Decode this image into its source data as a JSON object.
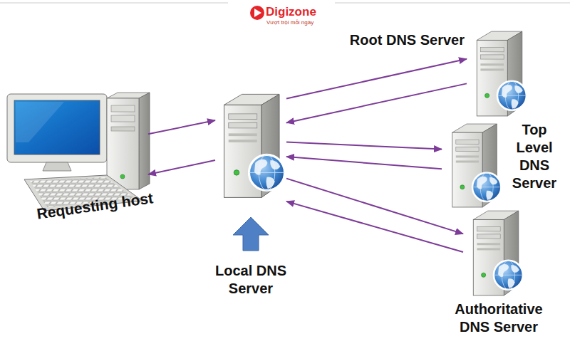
{
  "diagram": {
    "nodes": [
      {
        "text": [
          "Requesting host"
        ]
      },
      {
        "text": [
          "Local DNS Server"
        ]
      },
      {
        "text": [
          "Root DNS Server"
        ]
      },
      {
        "text": [
          "Top Level DNS Server"
        ]
      },
      {
        "text": [
          "Authoritative DNS Server"
        ]
      }
    ],
    "edges": [
      {
        "from": 0,
        "to": 1,
        "arrow": "to"
      },
      {
        "from": 1,
        "to": 0,
        "arrow": "to"
      },
      {
        "from": 1,
        "to": 2,
        "arrow": "to"
      },
      {
        "from": 2,
        "to": 1,
        "arrow": "to"
      },
      {
        "from": 1,
        "to": 3,
        "arrow": "to"
      },
      {
        "from": 3,
        "to": 1,
        "arrow": "to"
      },
      {
        "from": 1,
        "to": 4,
        "arrow": "to"
      },
      {
        "from": 4,
        "to": 1,
        "arrow": "to"
      }
    ],
    "labels": [
      "Digizone",
      "Vượt trội mỗi ngày"
    ]
  }
}
